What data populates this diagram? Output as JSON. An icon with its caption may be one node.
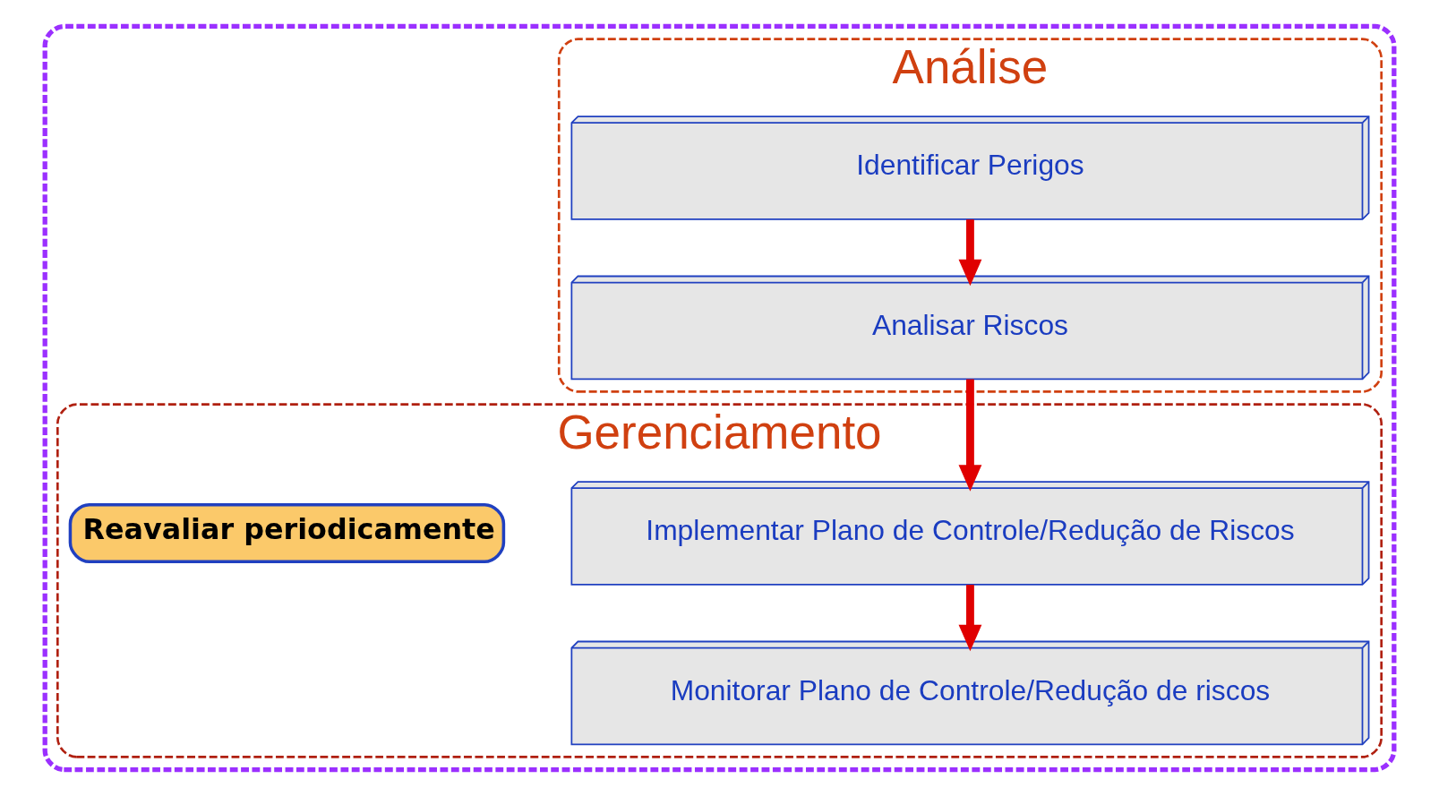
{
  "diagram": {
    "nodes": [
      {
        "text": [],
        "shape": "box"
      },
      {
        "text": [
          "Análise"
        ],
        "in": 0
      },
      {
        "text": [
          "Identificar Perigos"
        ],
        "in": 1
      },
      {
        "text": [
          "Analisar Riscos"
        ],
        "in": 1
      },
      {
        "text": [
          "Gerenciamento"
        ],
        "in": 0
      },
      {
        "text": [
          "Implementar Plano de Controle/Redução de Riscos"
        ],
        "in": 4
      },
      {
        "text": [
          "Monitorar Plano de Controle/Redução de riscos"
        ],
        "in": 4
      },
      {
        "text": [
          "Reavaliar periodicamente"
        ],
        "in": 4
      }
    ],
    "edges": [
      {
        "from": 2,
        "to": 3,
        "arrow": "to"
      },
      {
        "from": 3,
        "to": 5,
        "arrow": "to"
      },
      {
        "from": 5,
        "to": 6,
        "arrow": "to"
      }
    ]
  }
}
